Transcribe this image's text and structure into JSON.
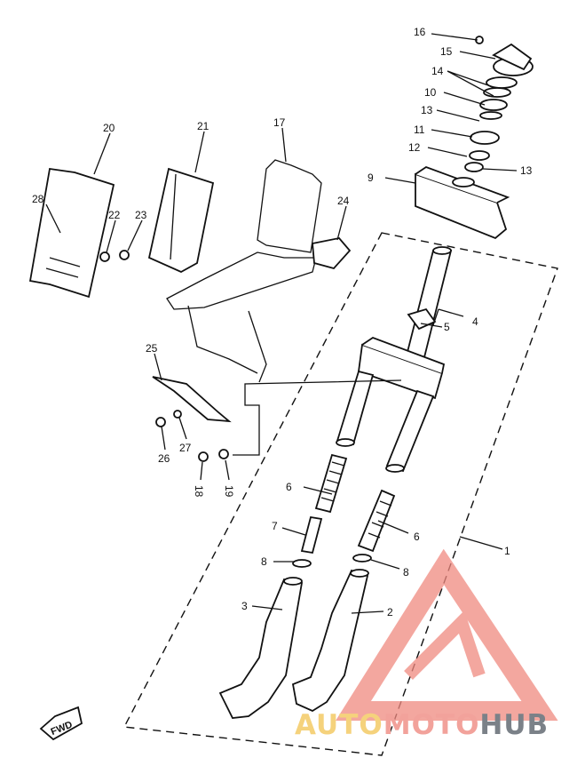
{
  "callouts": [
    "1",
    "2",
    "3",
    "4",
    "5",
    "6",
    "6",
    "7",
    "8",
    "8",
    "9",
    "10",
    "11",
    "12",
    "13",
    "13",
    "14",
    "15",
    "16",
    "17",
    "18",
    "19",
    "20",
    "21",
    "22",
    "23",
    "24",
    "25",
    "26",
    "27",
    "28"
  ],
  "fwd_label": "FWD",
  "watermark": {
    "part_a": "AUTO",
    "part_b": "MOTO",
    "part_c": "HUB"
  },
  "colors": {
    "line": "#111111",
    "watermark_red": "#f08a80",
    "watermark_yellow": "#f5d27c",
    "watermark_gray": "#7b8188"
  }
}
